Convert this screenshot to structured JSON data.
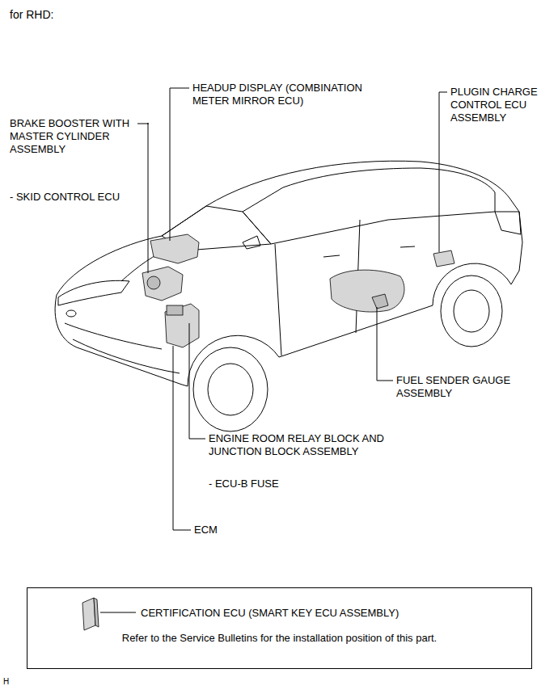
{
  "diagram": {
    "title": "for RHD:",
    "nodes": [
      {
        "text": [
          "CERTIFICATION ECU (SMART KEY ECU ASSEMBLY)",
          "Refer to the Service Bulletins for the installation position of this part."
        ]
      }
    ],
    "labels": [
      "HEADUP DISPLAY (COMBINATION METER MIRROR ECU)",
      "PLUGIN CHARGE CONTROL ECU ASSEMBLY",
      "BRAKE BOOSTER WITH MASTER CYLINDER ASSEMBLY",
      "- SKID CONTROL ECU",
      "FUEL SENDER GAUGE ASSEMBLY",
      "ENGINE ROOM RELAY BLOCK AND JUNCTION BLOCK ASSEMBLY",
      "- ECU-B FUSE",
      "ECM",
      "H"
    ]
  }
}
